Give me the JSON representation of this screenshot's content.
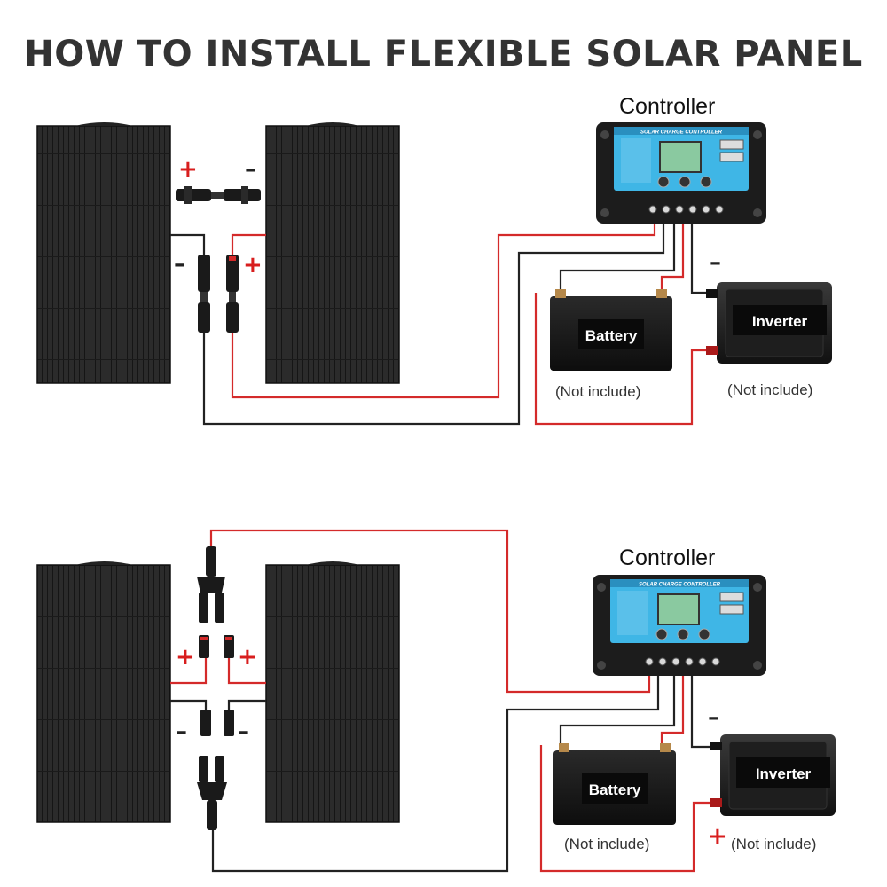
{
  "title": "HOW TO INSTALL FLEXIBLE SOLAR PANEL",
  "controller_label": "Controller",
  "controller_face_text": "SOLAR CHARGE CONTROLLER",
  "battery_label": "Battery",
  "inverter_label": "Inverter",
  "not_include": "(Not include)",
  "plus_sign": "+",
  "minus_sign": "–",
  "colors": {
    "wire_red": "#d42a2a",
    "wire_black": "#222222",
    "panel": "#2e2e2e",
    "controller_blue": "#3fb6e6",
    "title": "#333333"
  }
}
